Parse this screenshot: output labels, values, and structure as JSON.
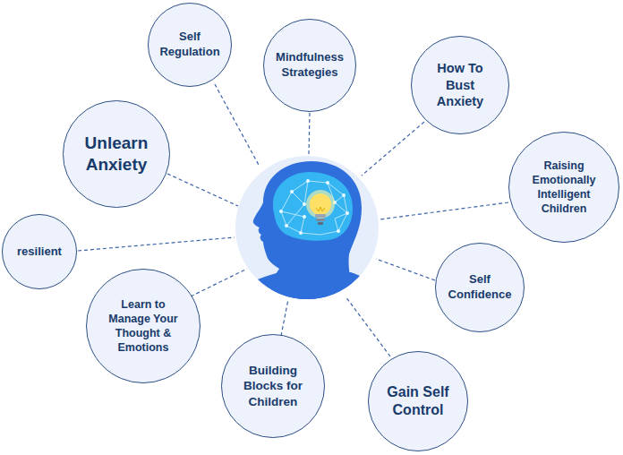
{
  "diagram": {
    "nodes": [
      {
        "text": [
          "Self Regulation"
        ]
      },
      {
        "text": [
          "Mindfulness Strategies"
        ]
      },
      {
        "text": [
          "How To Bust Anxiety"
        ]
      },
      {
        "text": [
          "Unlearn Anxiety"
        ]
      },
      {
        "text": [
          "Raising Emotionally Intelligent Children"
        ]
      },
      {
        "text": [
          "resilient"
        ]
      },
      {
        "text": [
          "Self Confidence"
        ]
      },
      {
        "text": [
          "Learn to Manage Your Thought & Emotions"
        ]
      },
      {
        "text": [
          "Building Blocks for Children"
        ]
      },
      {
        "text": [
          "Gain Self Control"
        ]
      }
    ]
  }
}
